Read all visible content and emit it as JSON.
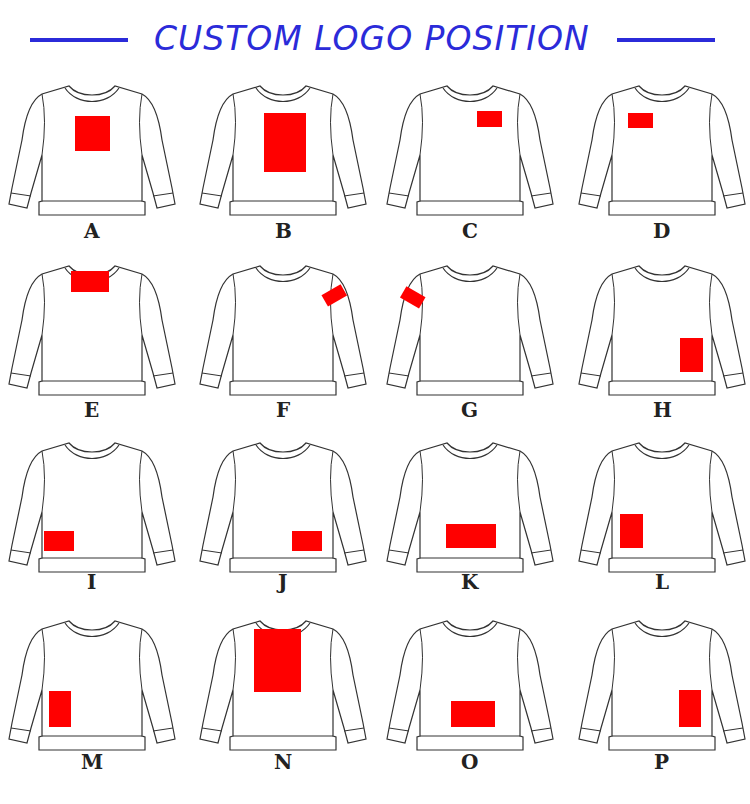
{
  "diagram": {
    "title": "CUSTOM LOGO POSITION",
    "labels": [
      "A",
      "B",
      "C",
      "D",
      "E",
      "F",
      "G",
      "H",
      "I",
      "J",
      "K",
      "L",
      "M",
      "N",
      "O",
      "P"
    ]
  }
}
